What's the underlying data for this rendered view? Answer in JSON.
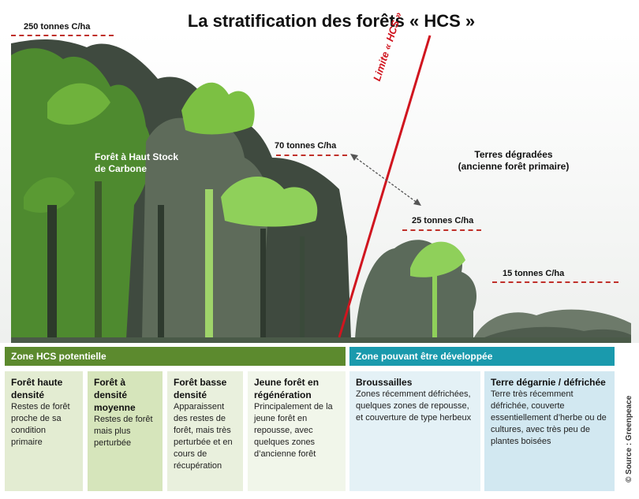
{
  "title": "La stratification des forêts « HCS »",
  "carbon_levels": {
    "l250": "250 tonnes C/ha",
    "l70": "70 tonnes C/ha",
    "l25": "25 tonnes C/ha",
    "l15": "15 tonnes C/ha"
  },
  "forest_label": [
    "Forêt à Haut Stock",
    "de Carbone"
  ],
  "degraded_label": [
    "Terres dégradées",
    "(ancienne forêt primaire)"
  ],
  "limit_label": "Limite « HCS »",
  "zones": {
    "hcs": "Zone HCS potentielle",
    "dev": "Zone pouvant être développée"
  },
  "cards": [
    {
      "title": "Forêt haute densité",
      "desc": "Restes de forêt proche de sa condition primaire"
    },
    {
      "title": "Forêt à densité moyenne",
      "desc": "Restes de forêt mais plus perturbée"
    },
    {
      "title": "Forêt basse densité",
      "desc": "Apparaissent des restes de forêt, mais très perturbée et en cours de récupération"
    },
    {
      "title": "Jeune forêt en régénération",
      "desc": "Principalement de la jeune forêt en repousse, avec quelques zones d’ancienne forêt"
    },
    {
      "title": "Broussailles",
      "desc": "Zones récemment défrichées, quelques zones de repousse, et couverture de type herbeux"
    },
    {
      "title": "Terre dégarnie / défrichée",
      "desc": "Terre très récemment défrichée, couverte essentiellement d’herbe ou de cultures, avec très peu de plantes boisées"
    }
  ],
  "colors": {
    "hcs_header": "#5c8a2e",
    "dev_header": "#1a9aad",
    "limit_line": "#d0151f",
    "dash": "#c0302a",
    "card_green": [
      "#e3ecd2",
      "#d6e5bb",
      "#e9f0dd",
      "#f1f6ea"
    ],
    "card_blue": [
      "#e4f1f6",
      "#d2e8f1"
    ]
  },
  "source": "© Source : Greenpeace"
}
